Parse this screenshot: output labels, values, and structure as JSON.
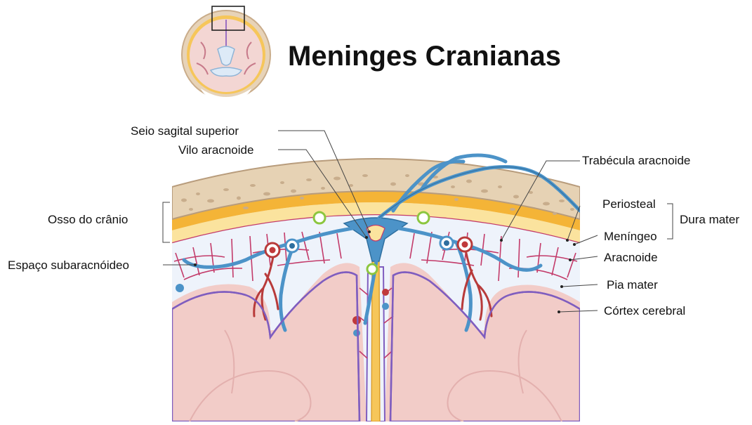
{
  "title": "Meninges Cranianas",
  "labels": {
    "sinus": "Seio sagital superior",
    "villus": "Vilo aracnoide",
    "trabecula": "Trabécula aracnoide",
    "skull": "Osso do crânio",
    "periosteal": "Periosteal",
    "dura": "Dura mater",
    "meningeal": "Meníngeo",
    "arachnoid": "Aracnoide",
    "subarachnoid": "Espaço subaracnóideo",
    "pia": "Pia mater",
    "cortex": "Córtex cerebral"
  },
  "colors": {
    "bone": "#e6d2b4",
    "bone_border": "#b89c7c",
    "dura": "#f4b437",
    "dura_light": "#fbe39e",
    "arachnoid_space": "#eef3fb",
    "trabeculae": "#c33b6a",
    "pia": "#7f5dbf",
    "cortex": "#f2ccc8",
    "cortex_dark": "#e3b0ae",
    "vein": "#4c93c8",
    "artery": "#c0393b"
  }
}
